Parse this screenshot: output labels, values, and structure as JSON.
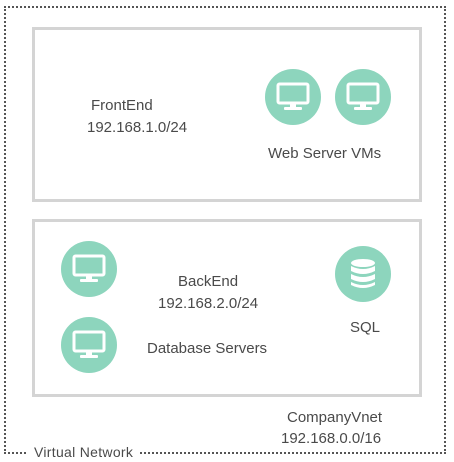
{
  "frontend": {
    "name": "FrontEnd",
    "cidr": "192.168.1.0/24",
    "vm_label": "Web Server VMs"
  },
  "backend": {
    "name": "BackEnd",
    "cidr": "192.168.2.0/24",
    "db_label": "Database Servers",
    "sql_label": "SQL"
  },
  "vnet": {
    "name": "CompanyVnet",
    "cidr": "192.168.0.0/16",
    "label": "Virtual Network"
  },
  "colors": {
    "icon_fill": "#8dd5bd",
    "icon_glyph": "#ffffff",
    "subnet_border": "#d4d4d4",
    "vnet_border": "#555555"
  },
  "icons": {
    "vm": "monitor-icon",
    "db": "database-icon"
  }
}
